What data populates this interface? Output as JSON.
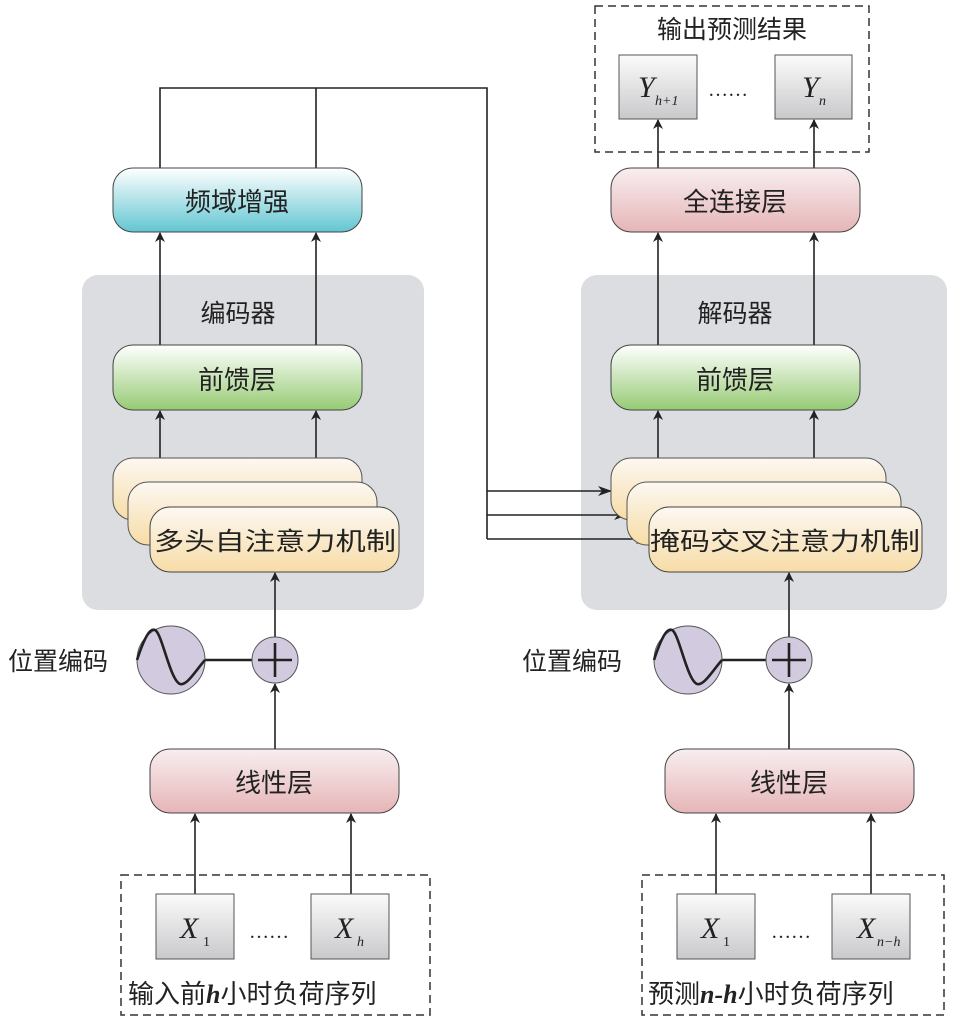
{
  "diagram": {
    "encoder": {
      "panel_label": "编码器",
      "freq_enhance": "频域增强",
      "ffn": "前馈层",
      "attention": "多头自注意力机制",
      "pos_encoding": "位置编码",
      "linear": "线性层",
      "input_group_label_pre": "输入前",
      "input_group_label_var": "h",
      "input_group_label_post": "小时负荷序列",
      "inputs": [
        {
          "symbol": "X",
          "sub": "1"
        },
        {
          "symbol": "X",
          "sub": "h"
        }
      ],
      "ellipsis": "……"
    },
    "decoder": {
      "panel_label": "解码器",
      "fc": "全连接层",
      "ffn": "前馈层",
      "attention": "掩码交叉注意力机制",
      "pos_encoding": "位置编码",
      "linear": "线性层",
      "input_group_label_pre": "预测",
      "input_group_label_var": "n-h",
      "input_group_label_post": "小时负荷序列",
      "inputs": [
        {
          "symbol": "X",
          "sub": "1"
        },
        {
          "symbol": "X",
          "sub": "n−h"
        }
      ],
      "ellipsis": "……"
    },
    "output": {
      "group_label": "输出预测结果",
      "items": [
        {
          "symbol": "Y",
          "sub": "h+1"
        },
        {
          "symbol": "Y",
          "sub": "n"
        }
      ],
      "ellipsis": "……"
    },
    "colors": {
      "freq": "#66c7d3",
      "ffn": "#98cc78",
      "attention": "#f7dca6",
      "linear": "#e7b7b9",
      "panel": "#dcdde0",
      "circle": "#d2cbdf",
      "token": "#cfcfd1"
    }
  }
}
